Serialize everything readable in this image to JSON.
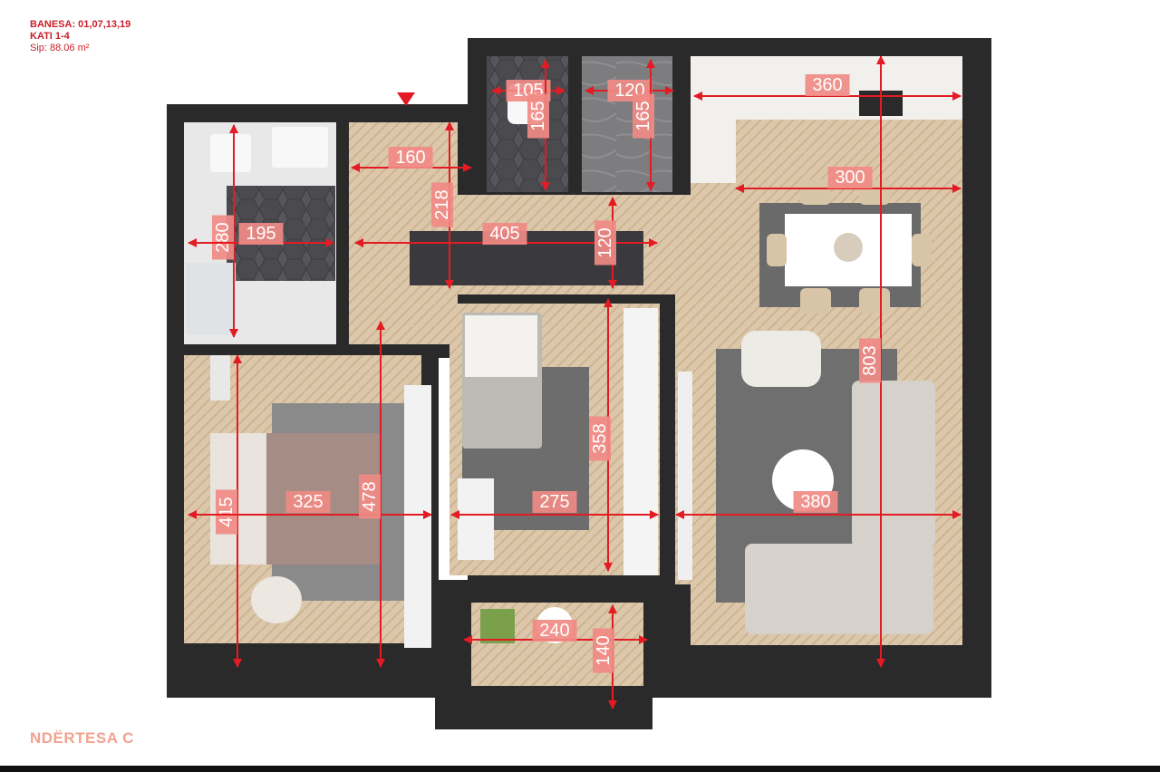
{
  "header": {
    "apartments": "BANESA: 01,07,13,19",
    "floors": "KATI 1-4",
    "area": "Sip: 88.06 m²"
  },
  "footer": {
    "building": "NDËRTESA C"
  },
  "dimensions": {
    "wc_small_w": "105",
    "wc_small_h": "165",
    "storage_w": "120",
    "storage_h": "165",
    "kitchen_w": "360",
    "dining_w": "300",
    "entry_w": "160",
    "entry_h": "218",
    "bath_h": "280",
    "bath_w": "195",
    "hall_w": "405",
    "hall_h": "120",
    "living_h": "803",
    "bedroom2_h": "358",
    "bedroom1_h": "415",
    "bedroom1_w": "325",
    "bedroom1_len": "478",
    "bedroom2_w": "275",
    "living_w": "380",
    "balcony_w": "240",
    "balcony_h": "140"
  },
  "colors": {
    "accent": "#e31b23",
    "label_bg": "#f08a84",
    "wall": "#2a2a2a",
    "floor": "#d9c4a8",
    "tile": "#4a4a4e"
  }
}
